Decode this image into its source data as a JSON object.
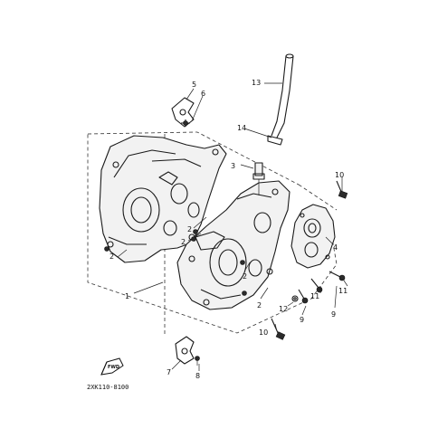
{
  "diagram": {
    "code": "2XK110-8100",
    "forward_label": "FWD",
    "callouts": [
      "1",
      "2",
      "2",
      "2",
      "2",
      "2",
      "3",
      "4",
      "5",
      "6",
      "7",
      "8",
      "9",
      "9",
      "10",
      "10",
      "11",
      "11",
      "12",
      "13",
      "14"
    ]
  },
  "colors": {
    "ink": "#1a1a1a",
    "background": "#ffffff"
  }
}
